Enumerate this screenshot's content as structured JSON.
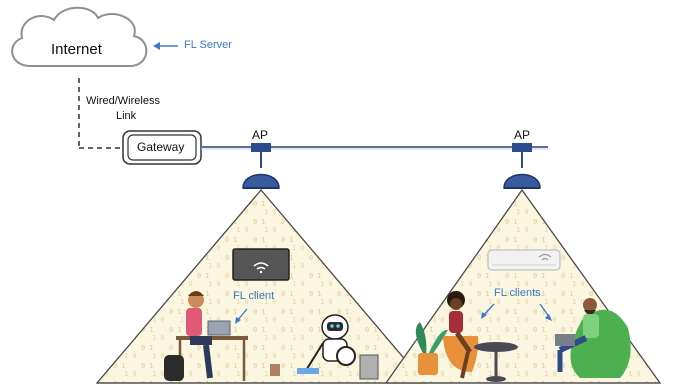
{
  "internet_label": "Internet",
  "fl_server_label": "FL Server",
  "link_label_line1": "Wired/Wireless",
  "link_label_line2": "Link",
  "gateway_label": "Gateway",
  "ap_left_label": "AP",
  "ap_right_label": "AP",
  "fl_client_label": "FL client",
  "fl_clients_label": "FL clients",
  "colors": {
    "accent_blue": "#3a78c9",
    "ap_blue": "#2c4b8c",
    "cloud_gray": "#8f8f8f",
    "cone_fill": "#fbf6df",
    "binary_gold": "#d9c88a"
  },
  "icons": [
    "cloud-icon",
    "arrow-left-icon",
    "gateway-box-icon",
    "access-point-icon",
    "wifi-icon",
    "air-conditioner-icon",
    "robot-icon",
    "laptop-icon"
  ]
}
